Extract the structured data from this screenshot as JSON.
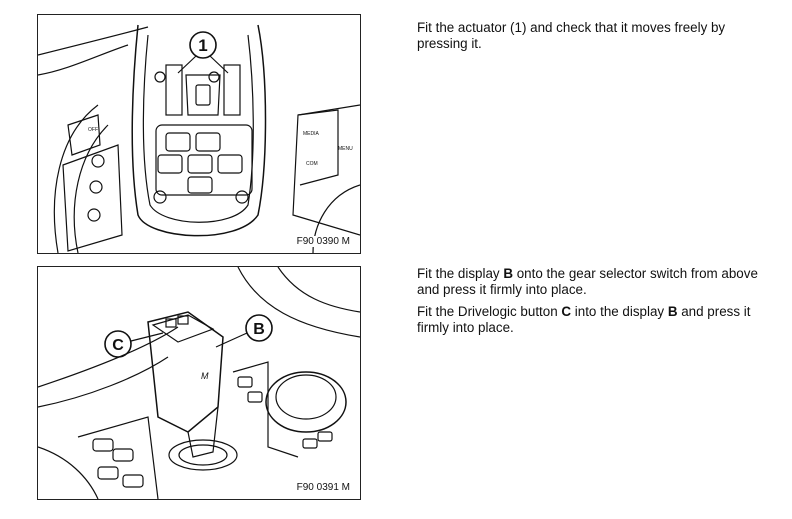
{
  "step1": {
    "text": "Fit the actuator (1) and check that it moves freely by pressing it.",
    "figure": {
      "caption": "F90 0390 M",
      "callout": "1",
      "button_labels": {
        "off": "OFF",
        "media": "MEDIA",
        "menu": "MENU",
        "com": "COM"
      }
    }
  },
  "step2": {
    "para1": {
      "before": "Fit the display ",
      "bold": "B",
      "after": " onto the gear selector switch from above and press it firmly into place."
    },
    "para2": {
      "before": "Fit the Drivelogic button ",
      "bold1": "C",
      "middle": " into the display ",
      "bold2": "B",
      "after": " and press it firmly into place."
    },
    "figure": {
      "caption": "F90 0391 M",
      "callout_b": "B",
      "callout_c": "C",
      "badge": "M"
    }
  }
}
